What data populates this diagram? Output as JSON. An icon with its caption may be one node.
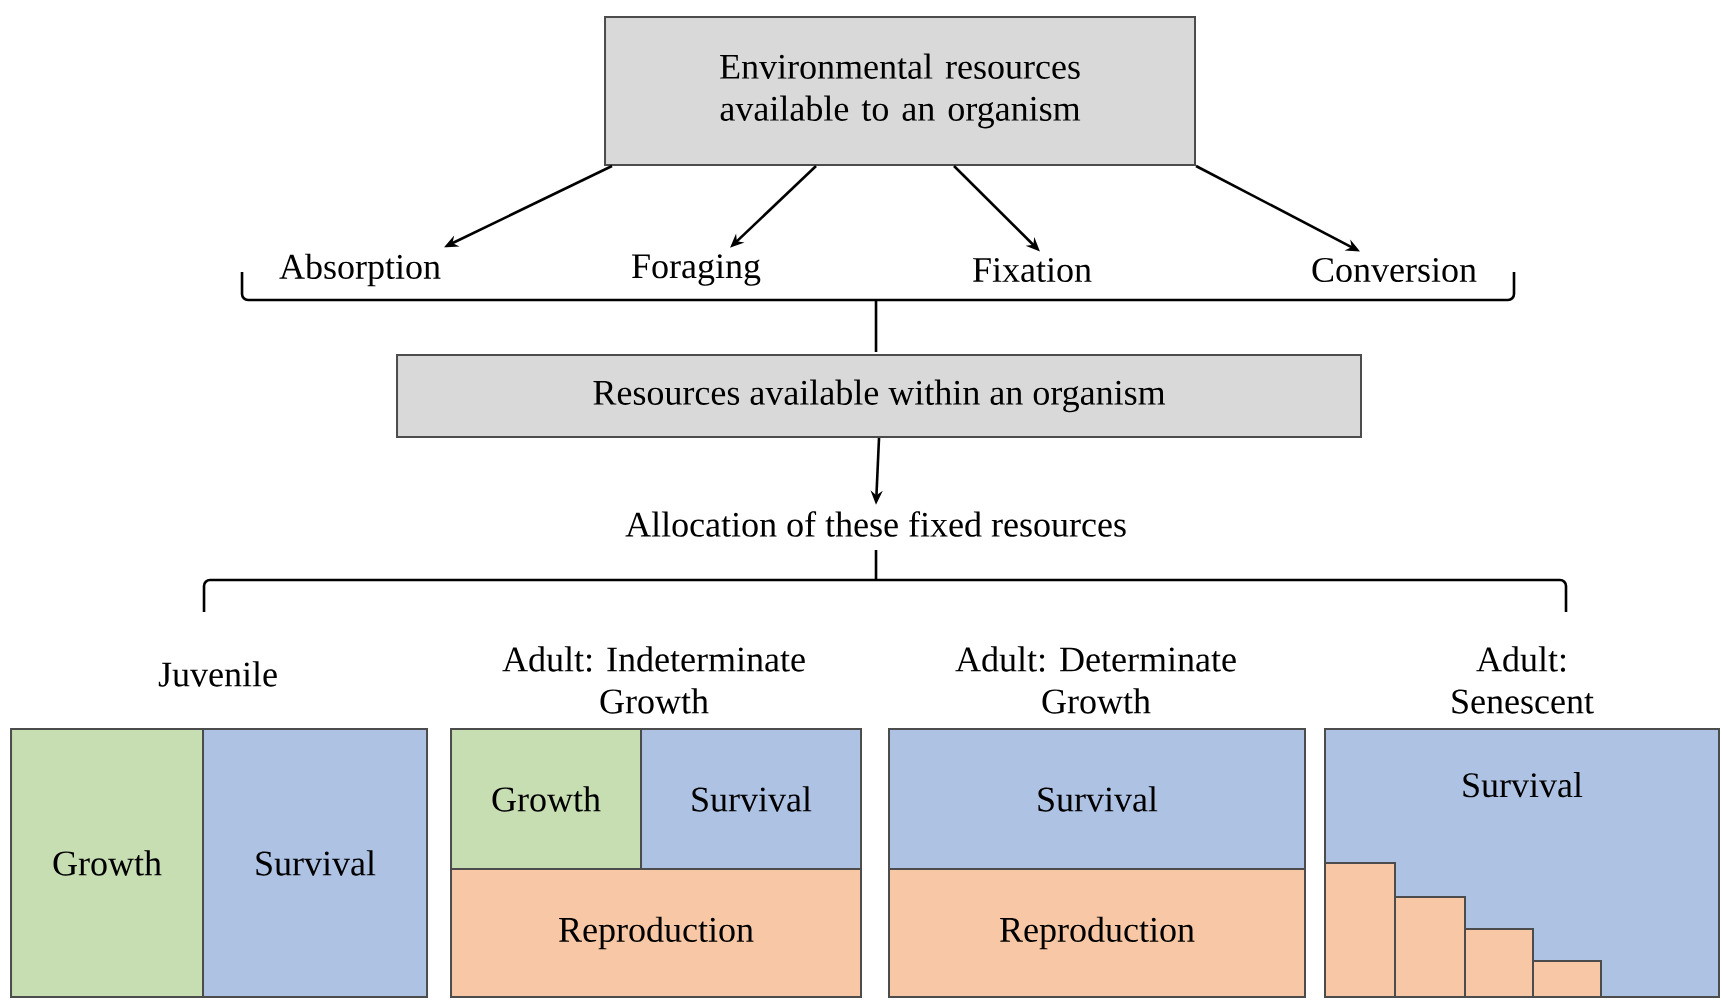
{
  "diagram": {
    "nodes": [
      {
        "text": [
          "Environmental resources available to an organism"
        ]
      },
      {
        "text": [
          "Absorption"
        ]
      },
      {
        "text": [
          "Foraging"
        ]
      },
      {
        "text": [
          "Fixation"
        ]
      },
      {
        "text": [
          "Conversion"
        ]
      },
      {
        "text": [
          "Resources available within an organism"
        ]
      },
      {
        "text": [
          "Allocation of these fixed resources"
        ]
      },
      {
        "text": [
          "Juvenile"
        ]
      },
      {
        "text": [
          "Growth"
        ]
      },
      {
        "text": [
          "Survival"
        ]
      },
      {
        "text": [
          "Adult: Indeterminate Growth"
        ]
      },
      {
        "text": [
          "Growth"
        ]
      },
      {
        "text": [
          "Survival"
        ]
      },
      {
        "text": [
          "Reproduction"
        ]
      },
      {
        "text": [
          "Adult: Determinate Growth"
        ]
      },
      {
        "text": [
          "Survival"
        ]
      },
      {
        "text": [
          "Reproduction"
        ]
      },
      {
        "text": [
          "Adult: Senescent"
        ]
      },
      {
        "text": [
          "Survival"
        ]
      },
      {
        "text": [],
        "shape": "bar",
        "in": 18
      },
      {
        "text": [],
        "shape": "bar",
        "in": 18
      },
      {
        "text": [],
        "shape": "bar",
        "in": 18
      },
      {
        "text": [],
        "shape": "bar",
        "in": 18
      }
    ],
    "edges": [
      {
        "from": 0,
        "to": 1,
        "arrow": "to"
      },
      {
        "from": 0,
        "to": 2,
        "arrow": "to"
      },
      {
        "from": 0,
        "to": 3,
        "arrow": "to"
      },
      {
        "from": 0,
        "to": 4,
        "arrow": "to"
      },
      {
        "from": 5,
        "to": 6,
        "arrow": "to"
      }
    ]
  }
}
